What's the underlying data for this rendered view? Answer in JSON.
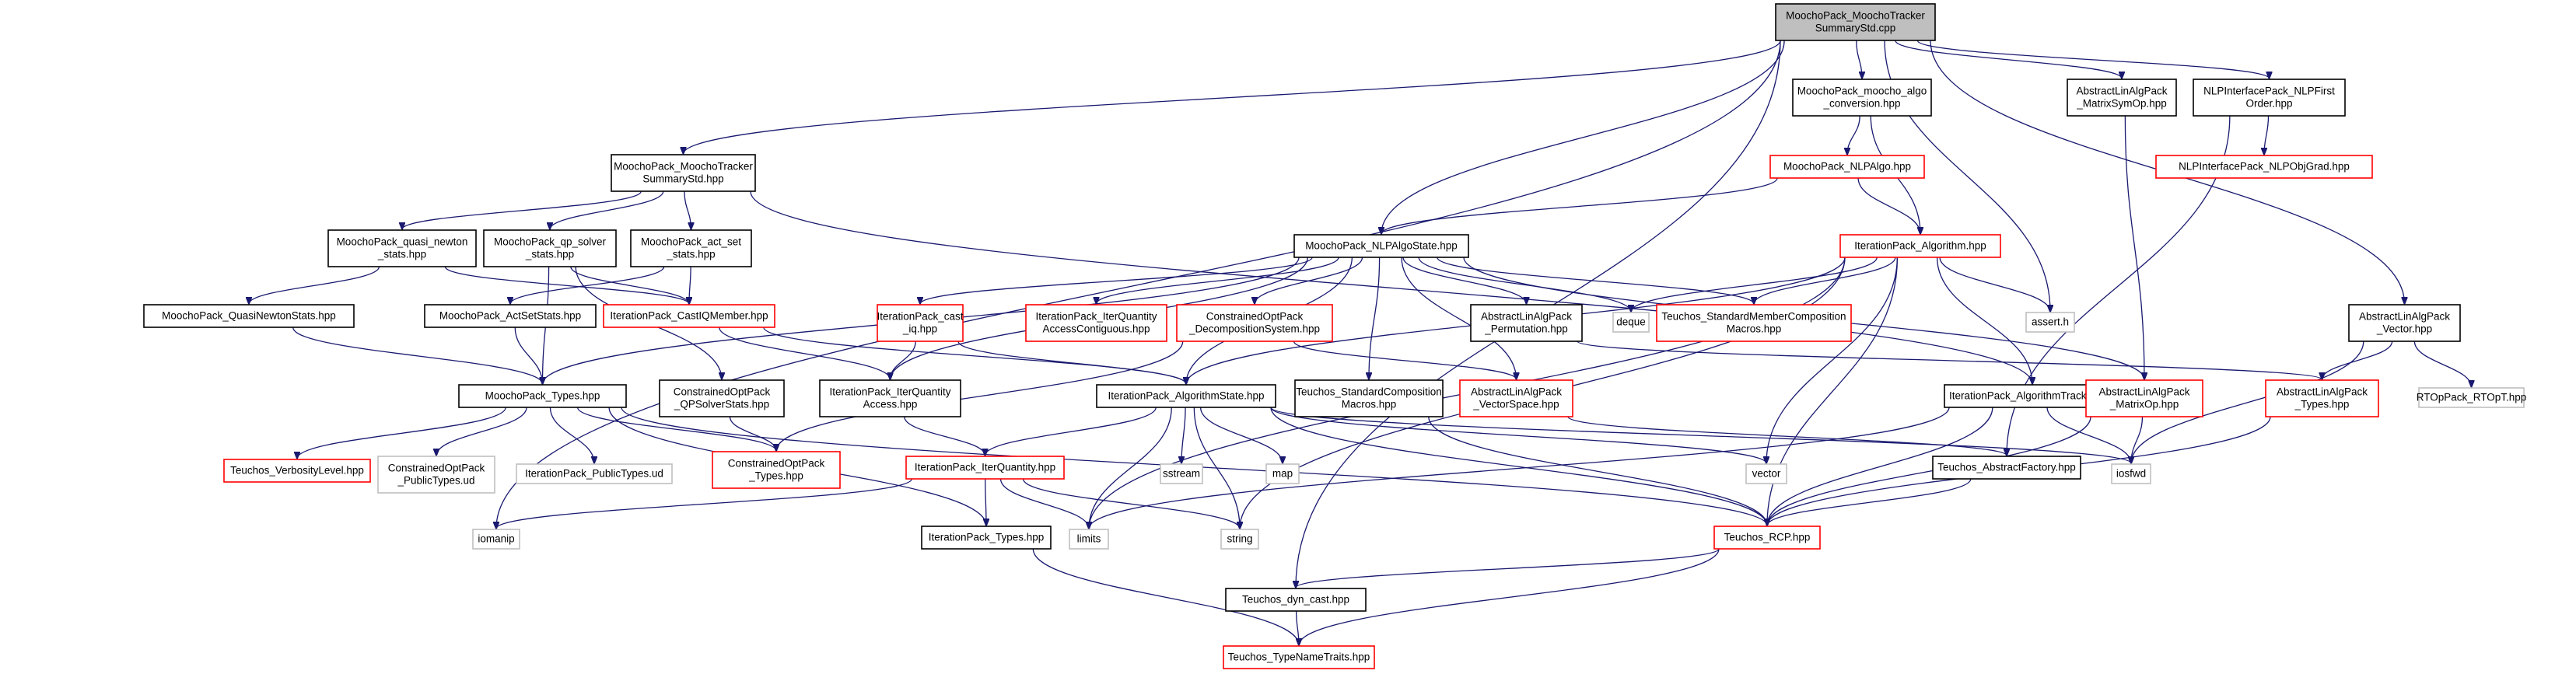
{
  "graph": {
    "title": "MoochoPack_MoochoTracker SummaryStd.cpp include dependency graph",
    "colors": {
      "root_fill": "#bfbfbf",
      "documented_border": "#000000",
      "truncated_border": "#ff0000",
      "external_border": "#bfbfbf",
      "edge": "#191970"
    },
    "nodes": [
      {
        "id": "root",
        "lines": [
          "MoochoPack_MoochoTracker",
          "SummaryStd.cpp"
        ],
        "kind": "root"
      },
      {
        "id": "tracker_hpp",
        "lines": [
          "MoochoPack_MoochoTracker",
          "SummaryStd.hpp"
        ],
        "kind": "doc"
      },
      {
        "id": "algo_conversion",
        "lines": [
          "MoochoPack_moocho_algo",
          "_conversion.hpp"
        ],
        "kind": "doc"
      },
      {
        "id": "matrixsymop",
        "lines": [
          "AbstractLinAlgPack",
          "_MatrixSymOp.hpp"
        ],
        "kind": "doc"
      },
      {
        "id": "nlpfirstorder",
        "lines": [
          "NLPInterfacePack_NLPFirst",
          "Order.hpp"
        ],
        "kind": "doc"
      },
      {
        "id": "nlpalgo",
        "lines": [
          "MoochoPack_NLPAlgo.hpp"
        ],
        "kind": "trunc"
      },
      {
        "id": "nlpobjgrad",
        "lines": [
          "NLPInterfacePack_NLPObjGrad.hpp"
        ],
        "kind": "trunc"
      },
      {
        "id": "quasi_newton_stats",
        "lines": [
          "MoochoPack_quasi_newton",
          "_stats.hpp"
        ],
        "kind": "doc"
      },
      {
        "id": "qp_solver_stats",
        "lines": [
          "MoochoPack_qp_solver",
          "_stats.hpp"
        ],
        "kind": "doc"
      },
      {
        "id": "act_set_stats",
        "lines": [
          "MoochoPack_act_set",
          "_stats.hpp"
        ],
        "kind": "doc"
      },
      {
        "id": "nlpalgostate",
        "lines": [
          "MoochoPack_NLPAlgoState.hpp"
        ],
        "kind": "doc"
      },
      {
        "id": "iter_algorithm",
        "lines": [
          "IterationPack_Algorithm.hpp"
        ],
        "kind": "trunc"
      },
      {
        "id": "quasinewtonstats",
        "lines": [
          "MoochoPack_QuasiNewtonStats.hpp"
        ],
        "kind": "doc"
      },
      {
        "id": "actsetstats",
        "lines": [
          "MoochoPack_ActSetStats.hpp"
        ],
        "kind": "doc"
      },
      {
        "id": "castiqmember",
        "lines": [
          "IterationPack_CastIQMember.hpp"
        ],
        "kind": "trunc"
      },
      {
        "id": "cast_iq",
        "lines": [
          "IterationPack_cast",
          "_iq.hpp"
        ],
        "kind": "trunc"
      },
      {
        "id": "iterquantity_contig",
        "lines": [
          "IterationPack_IterQuantity",
          "AccessContiguous.hpp"
        ],
        "kind": "trunc"
      },
      {
        "id": "decomposition",
        "lines": [
          "ConstrainedOptPack",
          "_DecompositionSystem.hpp"
        ],
        "kind": "trunc"
      },
      {
        "id": "permutation",
        "lines": [
          "AbstractLinAlgPack",
          "_Permutation.hpp"
        ],
        "kind": "doc"
      },
      {
        "id": "deque",
        "lines": [
          "deque"
        ],
        "kind": "ext"
      },
      {
        "id": "stdmembercomp",
        "lines": [
          "Teuchos_StandardMemberComposition",
          "Macros.hpp"
        ],
        "kind": "trunc"
      },
      {
        "id": "assert_h",
        "lines": [
          "assert.h"
        ],
        "kind": "ext"
      },
      {
        "id": "alap_vector",
        "lines": [
          "AbstractLinAlgPack",
          "_Vector.hpp"
        ],
        "kind": "doc"
      },
      {
        "id": "moocho_types",
        "lines": [
          "MoochoPack_Types.hpp"
        ],
        "kind": "doc"
      },
      {
        "id": "qpsolverstats",
        "lines": [
          "ConstrainedOptPack",
          "_QPSolverStats.hpp"
        ],
        "kind": "doc"
      },
      {
        "id": "iterquantity_access",
        "lines": [
          "IterationPack_IterQuantity",
          "Access.hpp"
        ],
        "kind": "doc"
      },
      {
        "id": "algorithmstate",
        "lines": [
          "IterationPack_AlgorithmState.hpp"
        ],
        "kind": "doc"
      },
      {
        "id": "stdcomposition",
        "lines": [
          "Teuchos_StandardComposition",
          "Macros.hpp"
        ],
        "kind": "doc"
      },
      {
        "id": "vectorspace",
        "lines": [
          "AbstractLinAlgPack",
          "_VectorSpace.hpp"
        ],
        "kind": "trunc"
      },
      {
        "id": "algorithmtracker",
        "lines": [
          "IterationPack_AlgorithmTracker.hpp"
        ],
        "kind": "doc"
      },
      {
        "id": "matrixop",
        "lines": [
          "AbstractLinAlgPack",
          "_MatrixOp.hpp"
        ],
        "kind": "trunc"
      },
      {
        "id": "alap_types",
        "lines": [
          "AbstractLinAlgPack",
          "_Types.hpp"
        ],
        "kind": "trunc"
      },
      {
        "id": "rtopt",
        "lines": [
          "RTOpPack_RTOpT.hpp"
        ],
        "kind": "ext"
      },
      {
        "id": "verbositylevel",
        "lines": [
          "Teuchos_VerbosityLevel.hpp"
        ],
        "kind": "trunc"
      },
      {
        "id": "co_publictypes",
        "lines": [
          "ConstrainedOptPack",
          "_PublicTypes.ud"
        ],
        "kind": "ext"
      },
      {
        "id": "ip_publictypes",
        "lines": [
          "IterationPack_PublicTypes.ud"
        ],
        "kind": "ext"
      },
      {
        "id": "co_types",
        "lines": [
          "ConstrainedOptPack",
          "_Types.hpp"
        ],
        "kind": "trunc"
      },
      {
        "id": "iterquantity",
        "lines": [
          "IterationPack_IterQuantity.hpp"
        ],
        "kind": "trunc"
      },
      {
        "id": "sstream",
        "lines": [
          "sstream"
        ],
        "kind": "ext"
      },
      {
        "id": "map",
        "lines": [
          "map"
        ],
        "kind": "ext"
      },
      {
        "id": "vector",
        "lines": [
          "vector"
        ],
        "kind": "ext"
      },
      {
        "id": "abstractfactory",
        "lines": [
          "Teuchos_AbstractFactory.hpp"
        ],
        "kind": "doc"
      },
      {
        "id": "iosfwd",
        "lines": [
          "iosfwd"
        ],
        "kind": "ext"
      },
      {
        "id": "iomanip",
        "lines": [
          "iomanip"
        ],
        "kind": "ext"
      },
      {
        "id": "ip_types",
        "lines": [
          "IterationPack_Types.hpp"
        ],
        "kind": "doc"
      },
      {
        "id": "limits",
        "lines": [
          "limits"
        ],
        "kind": "ext"
      },
      {
        "id": "string",
        "lines": [
          "string"
        ],
        "kind": "ext"
      },
      {
        "id": "rcp",
        "lines": [
          "Teuchos_RCP.hpp"
        ],
        "kind": "trunc"
      },
      {
        "id": "dyn_cast",
        "lines": [
          "Teuchos_dyn_cast.hpp"
        ],
        "kind": "doc"
      },
      {
        "id": "typenametraits",
        "lines": [
          "Teuchos_TypeNameTraits.hpp"
        ],
        "kind": "trunc"
      }
    ],
    "edges": [
      [
        "root",
        "tracker_hpp"
      ],
      [
        "root",
        "algo_conversion"
      ],
      [
        "root",
        "matrixsymop"
      ],
      [
        "root",
        "nlpfirstorder"
      ],
      [
        "root",
        "nlpalgostate"
      ],
      [
        "root",
        "assert_h"
      ],
      [
        "root",
        "alap_vector"
      ],
      [
        "root",
        "iomanip"
      ],
      [
        "root",
        "dyn_cast"
      ],
      [
        "algo_conversion",
        "nlpalgo"
      ],
      [
        "algo_conversion",
        "iter_algorithm"
      ],
      [
        "nlpfirstorder",
        "nlpobjgrad"
      ],
      [
        "nlpfirstorder",
        "abstractfactory"
      ],
      [
        "matrixsymop",
        "matrixop"
      ],
      [
        "nlpalgo",
        "nlpalgostate"
      ],
      [
        "nlpalgo",
        "iter_algorithm"
      ],
      [
        "tracker_hpp",
        "quasi_newton_stats"
      ],
      [
        "tracker_hpp",
        "qp_solver_stats"
      ],
      [
        "tracker_hpp",
        "act_set_stats"
      ],
      [
        "tracker_hpp",
        "algorithmtracker"
      ],
      [
        "quasi_newton_stats",
        "quasinewtonstats"
      ],
      [
        "quasi_newton_stats",
        "castiqmember"
      ],
      [
        "qp_solver_stats",
        "qpsolverstats"
      ],
      [
        "qp_solver_stats",
        "castiqmember"
      ],
      [
        "qp_solver_stats",
        "moocho_types"
      ],
      [
        "act_set_stats",
        "actsetstats"
      ],
      [
        "act_set_stats",
        "castiqmember"
      ],
      [
        "quasinewtonstats",
        "moocho_types"
      ],
      [
        "actsetstats",
        "moocho_types"
      ],
      [
        "castiqmember",
        "iterquantity_access"
      ],
      [
        "castiqmember",
        "algorithmstate"
      ],
      [
        "nlpalgostate",
        "moocho_types"
      ],
      [
        "nlpalgostate",
        "cast_iq"
      ],
      [
        "nlpalgostate",
        "iterquantity_contig"
      ],
      [
        "nlpalgostate",
        "decomposition"
      ],
      [
        "nlpalgostate",
        "permutation"
      ],
      [
        "nlpalgostate",
        "deque"
      ],
      [
        "nlpalgostate",
        "stdmembercomp"
      ],
      [
        "nlpalgostate",
        "stdcomposition"
      ],
      [
        "nlpalgostate",
        "vectorspace"
      ],
      [
        "nlpalgostate",
        "matrixop"
      ],
      [
        "nlpalgostate",
        "iterquantity_access"
      ],
      [
        "nlpalgostate",
        "algorithmstate"
      ],
      [
        "iter_algorithm",
        "deque"
      ],
      [
        "iter_algorithm",
        "stdmembercomp"
      ],
      [
        "iter_algorithm",
        "assert_h"
      ],
      [
        "iter_algorithm",
        "algorithmtracker"
      ],
      [
        "iter_algorithm",
        "algorithmstate"
      ],
      [
        "iter_algorithm",
        "vector"
      ],
      [
        "iter_algorithm",
        "limits"
      ],
      [
        "iter_algorithm",
        "string"
      ],
      [
        "iter_algorithm",
        "rcp"
      ],
      [
        "cast_iq",
        "iterquantity_access"
      ],
      [
        "cast_iq",
        "algorithmstate"
      ],
      [
        "decomposition",
        "vectorspace"
      ],
      [
        "decomposition",
        "co_types"
      ],
      [
        "permutation",
        "alap_types"
      ],
      [
        "alap_vector",
        "alap_types"
      ],
      [
        "alap_vector",
        "rtopt"
      ],
      [
        "alap_vector",
        "iosfwd"
      ],
      [
        "moocho_types",
        "verbositylevel"
      ],
      [
        "moocho_types",
        "co_publictypes"
      ],
      [
        "moocho_types",
        "ip_publictypes"
      ],
      [
        "moocho_types",
        "co_types"
      ],
      [
        "moocho_types",
        "ip_types"
      ],
      [
        "moocho_types",
        "rcp"
      ],
      [
        "qpsolverstats",
        "co_types"
      ],
      [
        "iterquantity_access",
        "iterquantity"
      ],
      [
        "algorithmstate",
        "iterquantity"
      ],
      [
        "algorithmstate",
        "sstream"
      ],
      [
        "algorithmstate",
        "map"
      ],
      [
        "algorithmstate",
        "vector"
      ],
      [
        "algorithmstate",
        "iosfwd"
      ],
      [
        "algorithmstate",
        "limits"
      ],
      [
        "algorithmstate",
        "string"
      ],
      [
        "algorithmstate",
        "rcp"
      ],
      [
        "stdcomposition",
        "rcp"
      ],
      [
        "vectorspace",
        "abstractfactory"
      ],
      [
        "algorithmtracker",
        "iosfwd"
      ],
      [
        "algorithmtracker",
        "limits"
      ],
      [
        "algorithmtracker",
        "rcp"
      ],
      [
        "matrixop",
        "iosfwd"
      ],
      [
        "matrixop",
        "rcp"
      ],
      [
        "alap_types",
        "rcp"
      ],
      [
        "iterquantity",
        "iomanip"
      ],
      [
        "iterquantity",
        "ip_types"
      ],
      [
        "iterquantity",
        "limits"
      ],
      [
        "iterquantity",
        "string"
      ],
      [
        "abstractfactory",
        "rcp"
      ],
      [
        "ip_types",
        "typenametraits"
      ],
      [
        "rcp",
        "dyn_cast"
      ],
      [
        "rcp",
        "typenametraits"
      ],
      [
        "dyn_cast",
        "typenametraits"
      ]
    ]
  }
}
